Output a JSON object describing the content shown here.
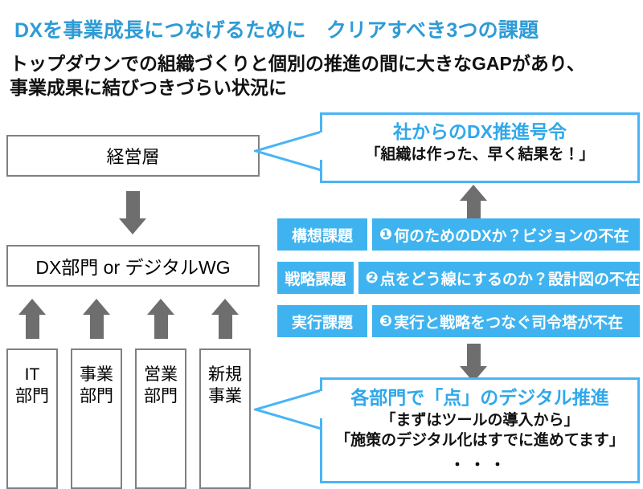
{
  "page": {
    "title": "DXを事業成長につなげるために　クリアすべき3つの課題",
    "subtitle_line1": "トップダウンでの組織づくりと個別の推進の間に大きなGAPがあり、",
    "subtitle_line2": "事業成果に結びつきづらい状況に",
    "title_color": "#2e9bd6",
    "accent_blue": "#3fb3ef",
    "callout_border": "#4ab4f5",
    "arrow_gray": "#6e6e6e",
    "box_border_gray": "#808080"
  },
  "org_chart": {
    "management_box": "経営層",
    "dx_dept_box": "DX部門 or デジタルWG",
    "departments": [
      {
        "line1": "IT",
        "line2": "部門"
      },
      {
        "line1": "事業",
        "line2": "部門"
      },
      {
        "line1": "営業",
        "line2": "部門"
      },
      {
        "line1": "新規",
        "line2": "事業"
      }
    ]
  },
  "callout_top": {
    "title": "社からのDX推進号令",
    "quote": "「組織は作った、早く結果を！」"
  },
  "callout_bottom": {
    "title": "各部門で「点」のデジタル推進",
    "quote1": "「まずはツールの導入から」",
    "quote2": "「施策のデジタル化はすでに進めてます」",
    "dots": "・・・"
  },
  "challenges": [
    {
      "tag": "構想課題",
      "number": "❶",
      "text": "何のためのDXか？ビジョンの不在"
    },
    {
      "tag": "戦略課題",
      "number": "❷",
      "text": "点をどう線にするのか？設計図の不在"
    },
    {
      "tag": "実行課題",
      "number": "❸",
      "text": "実行と戦略をつなぐ司令塔が不在"
    }
  ]
}
